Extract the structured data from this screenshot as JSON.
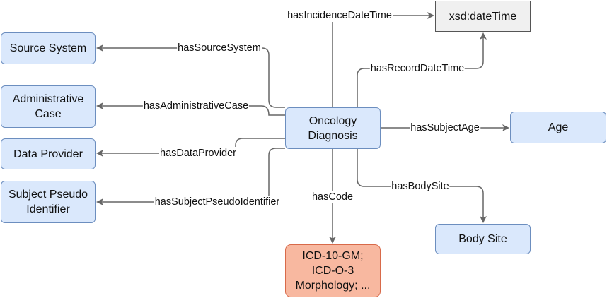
{
  "nodes": {
    "source_system": "Source System",
    "administrative_case": "Administrative\nCase",
    "data_provider": "Data Provider",
    "subject_pseudo_identifier": "Subject Pseudo\nIdentifier",
    "oncology_diagnosis": "Oncology\nDiagnosis",
    "xsd_datetime": "xsd:dateTime",
    "age": "Age",
    "body_site": "Body Site",
    "code": "ICD-10-GM;\nICD-O-3\nMorphology; ..."
  },
  "edges": {
    "has_incidence_date_time": "hasIncidenceDateTime",
    "has_record_date_time": "hasRecordDateTime",
    "has_source_system": "hasSourceSystem",
    "has_administrative_case": "hasAdministrativeCase",
    "has_data_provider": "hasDataProvider",
    "has_subject_pseudo_identifier": "hasSubjectPseudoIdentifier",
    "has_subject_age": "hasSubjectAge",
    "has_body_site": "hasBodySite",
    "has_code": "hasCode"
  },
  "colors": {
    "entity_fill": "#dae8fc",
    "entity_border": "#6c8ebf",
    "literal_fill": "#f0f0f0",
    "code_fill": "#f8b8a0",
    "edge": "#666666"
  }
}
